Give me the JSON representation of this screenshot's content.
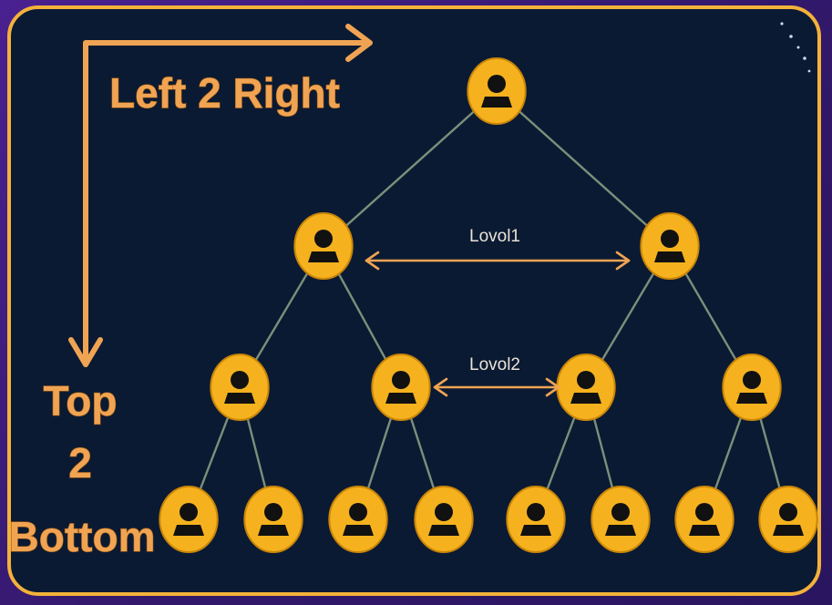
{
  "labels": {
    "left_to_right": "Left 2 Right",
    "top_to_bottom": [
      "Top",
      "2",
      "Bottom"
    ],
    "level1": "Lovol1",
    "level2": "Lovol2"
  },
  "tree": {
    "levels": 4,
    "nodes_per_level": [
      1,
      2,
      4,
      8
    ],
    "node_icon": "person-icon"
  },
  "colors": {
    "background": "#0b1a33",
    "frame": "#f3b23a",
    "node": "#f6b21e",
    "arrow": "#f0a453",
    "edge": "#7c8f7a",
    "outer": "#3a1a78"
  }
}
